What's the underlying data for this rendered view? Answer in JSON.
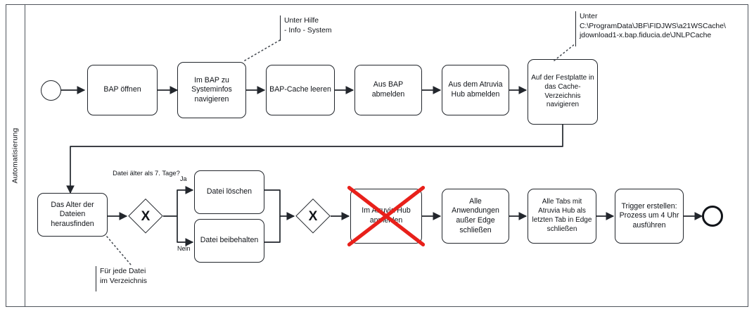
{
  "pool": {
    "lane_label": "Automatisierung"
  },
  "colors": {
    "shape_stroke": "#22262c",
    "pool_stroke": "#50555c",
    "text": "#111419",
    "strike_red": "#e8201a",
    "background": "#ffffff"
  },
  "events": [
    {
      "id": "start",
      "type": "start-event",
      "label": ""
    },
    {
      "id": "end",
      "type": "end-event",
      "label": ""
    }
  ],
  "tasks": [
    {
      "id": "t1",
      "label": "BAP öffnen"
    },
    {
      "id": "t2",
      "label": "Im BAP zu Systeminfos navigieren"
    },
    {
      "id": "t3",
      "label": "BAP-Cache leeren"
    },
    {
      "id": "t4",
      "label": "Aus BAP abmelden"
    },
    {
      "id": "t5",
      "label": "Aus dem Atruvia Hub abmelden"
    },
    {
      "id": "t6",
      "label": "Auf der Festplatte in das Cache-Verzeichnis navigieren"
    },
    {
      "id": "t7",
      "label": "Das Alter der Dateien herausfinden"
    },
    {
      "id": "t8",
      "label": "Datei löschen"
    },
    {
      "id": "t9",
      "label": "Datei beibehalten"
    },
    {
      "id": "t10",
      "label": "Im Atruvia Hub anmelden",
      "struck_out": true
    },
    {
      "id": "t11",
      "label": "Alle Anwendungen außer Edge schließen"
    },
    {
      "id": "t12",
      "label": "Alle Tabs mit Atruvia Hub als letzten Tab in Edge schließen"
    },
    {
      "id": "t13",
      "label": "Trigger erstellen: Prozess um 4 Uhr ausführen"
    }
  ],
  "gateways": [
    {
      "id": "g1",
      "symbol": "X",
      "label": "Datei älter als 7. Tage?"
    },
    {
      "id": "g2",
      "symbol": "X",
      "label": ""
    }
  ],
  "edge_labels": [
    {
      "id": "e-ja",
      "label": "Ja"
    },
    {
      "id": "e-nein",
      "label": "Nein"
    }
  ],
  "annotations": [
    {
      "id": "a1",
      "text": "Unter Hilfe\n- Info - System"
    },
    {
      "id": "a2",
      "text": "Unter\nC:\\ProgramData\\JBF\\FIDJWS\\a21WSCache\\\njdownload1-x.bap.fiducia.de\\JNLPCache"
    },
    {
      "id": "a3",
      "text": "Für jede Datei\nim Verzeichnis"
    }
  ]
}
